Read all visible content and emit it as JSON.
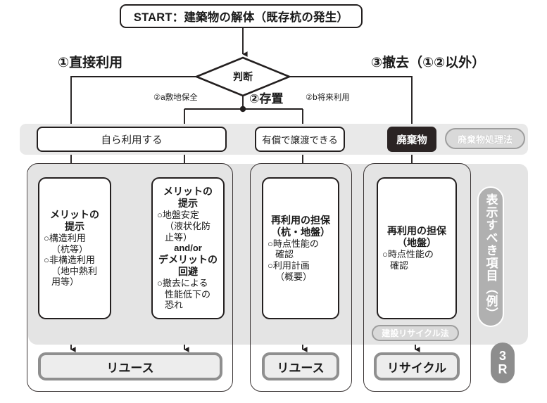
{
  "diagram": {
    "title_box": "START：建築物の解体（既存杭の発生）",
    "decision": "判断",
    "branches": {
      "left": "①直接利用",
      "right": "③撤去（①②以外）",
      "center_main": "②存置",
      "center_a": "②a敷地保全",
      "center_b": "②b将来利用"
    },
    "options": {
      "self_use": "自ら利用する",
      "paid_transfer": "有償で譲渡できる",
      "waste": "廃棄物",
      "waste_law": "廃棄物処理法"
    },
    "cards": [
      {
        "header_line1": "メリットの",
        "header_line2": "提示",
        "items": [
          "○構造利用",
          "（杭等）",
          "○非構造利用",
          "（地中熱利",
          "用等）"
        ]
      },
      {
        "header_line1": "メリットの",
        "header_line2": "提示",
        "items_top": [
          "○地盤安定",
          "（液状化防",
          "止等）"
        ],
        "middle": "and/or",
        "header2_line1": "デメリットの",
        "header2_line2": "回避",
        "items_bottom": [
          "○撤去による",
          "性能低下の",
          "恐れ"
        ]
      },
      {
        "header_line1": "再利用の担保",
        "header_line2": "（杭・地盤）",
        "items": [
          "○時点性能の",
          "確認",
          "○利用計画",
          "（概要）"
        ]
      },
      {
        "header_line1": "再利用の担保",
        "header_line2": "（地盤）",
        "items": [
          "○時点性能の",
          "確認"
        ]
      }
    ],
    "construction_recycle_law": "建設リサイクル法",
    "results": {
      "reuse_left": "リユース",
      "reuse_mid": "リユース",
      "recycle": "リサイクル"
    },
    "side_label": "表示すべき項目（例）",
    "badge_3r_line1": "3",
    "badge_3r_line2": "R"
  },
  "colors": {
    "line": "#231f1f",
    "grey_panel": "#e4e4e4",
    "grey_strip": "#e9e9e9",
    "chip_grey": "#d9d9d9",
    "chip_border": "#9d9d9d",
    "waste_dark": "#2b2424",
    "result_border": "#8f8f8f",
    "result_fill": "#ededed",
    "side_label_fill": "#b0b0b0",
    "badge_fill": "#8d8d8d"
  }
}
